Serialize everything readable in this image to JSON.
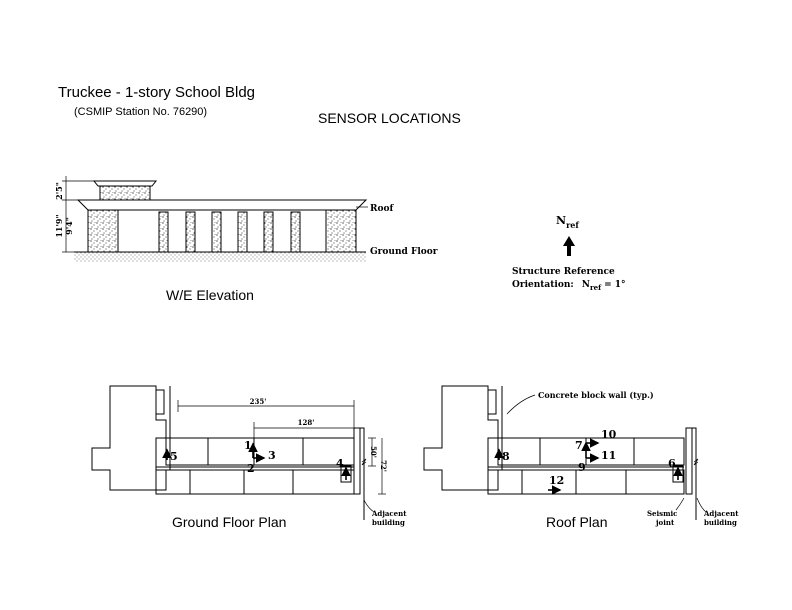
{
  "header": {
    "title": "Truckee - 1-story School Bldg",
    "station": "(CSMIP Station No. 76290)",
    "heading": "SENSOR LOCATIONS"
  },
  "elevation": {
    "caption": "W/E Elevation",
    "roof_label": "Roof",
    "ground_label": "Ground Floor",
    "dim_upper": "2'5\"",
    "dim_total": "11'9\"",
    "dim_lower": "9'4\""
  },
  "reference": {
    "north_symbol": "N",
    "north_sub": "ref",
    "line1": "Structure Reference",
    "line2_prefix": "Orientation:",
    "n_symbol": "N",
    "n_sub": "ref",
    "value": "= 1°"
  },
  "ground_plan": {
    "caption": "Ground Floor Plan",
    "dim_235": "235'",
    "dim_128": "128'",
    "dim_50": "50'",
    "dim_72": "72'",
    "adjacent_line1": "Adjacent",
    "adjacent_line2": "building",
    "sensors": [
      "1",
      "2",
      "3",
      "4",
      "5"
    ]
  },
  "roof_plan": {
    "caption": "Roof Plan",
    "wall_label": "Concrete block wall (typ.)",
    "seismic_line1": "Seismic",
    "seismic_line2": "joint",
    "adjacent_line1": "Adjacent",
    "adjacent_line2": "building",
    "sensors": [
      "6",
      "7",
      "8",
      "9",
      "10",
      "11",
      "12"
    ]
  }
}
